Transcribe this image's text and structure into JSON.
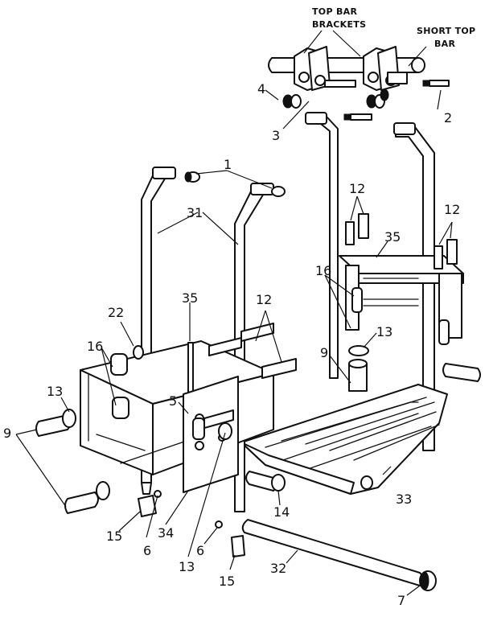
{
  "callouts": {
    "top_bar_brackets": [
      "TOP BAR",
      "BRACKETS"
    ],
    "short_top_bar": [
      "SHORT TOP",
      "BAR"
    ]
  },
  "parts": {
    "p1": "1",
    "p2": "2",
    "p3": "3",
    "p4": "4",
    "p5": "5",
    "p6a": "6",
    "p6b": "6",
    "p7": "7",
    "p9a": "9",
    "p9b": "9",
    "p12a": "12",
    "p12b": "12",
    "p12c": "12",
    "p13a": "13",
    "p13b": "13",
    "p13c": "13",
    "p14": "14",
    "p15a": "15",
    "p15b": "15",
    "p16a": "16",
    "p16b": "16",
    "p22": "22",
    "p31": "31",
    "p32": "32",
    "p33": "33",
    "p34": "34",
    "p35a": "35",
    "p35b": "35"
  }
}
